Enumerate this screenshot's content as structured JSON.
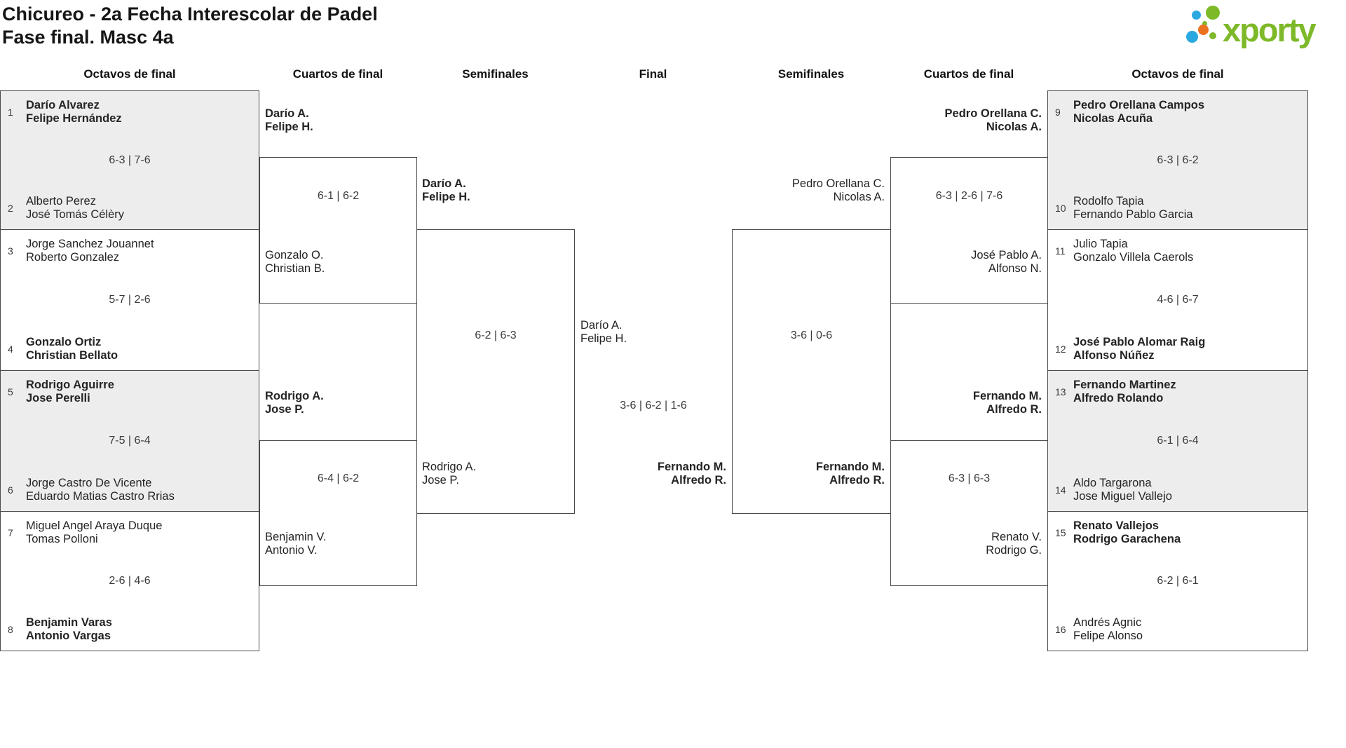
{
  "page": {
    "title": "Chicureo - 2a Fecha Interescolar de Padel",
    "subtitle": "Fase final. Masc 4a"
  },
  "logo": {
    "text": "xporty",
    "green": "#7db928",
    "blue": "#2aa9e0",
    "orange": "#ec7120"
  },
  "round_headers": {
    "octavos_left": "Octavos de final",
    "cuartos_left": "Cuartos de final",
    "semis_left": "Semifinales",
    "final": "Final",
    "semis_right": "Semifinales",
    "cuartos_right": "Cuartos de final",
    "octavos_right": "Octavos de final"
  },
  "octavos_left": [
    {
      "seed_a": "1",
      "team_a1": "Darío Alvarez",
      "team_a2": "Felipe Hernández",
      "score": "6-3 | 7-6",
      "seed_b": "2",
      "team_b1": "Alberto Perez",
      "team_b2": "José Tomás Célèry"
    },
    {
      "seed_a": "3",
      "team_a1": "Jorge Sanchez Jouannet",
      "team_a2": "Roberto Gonzalez",
      "score": "5-7 | 2-6",
      "seed_b": "4",
      "team_b1": "Gonzalo Ortiz",
      "team_b2": "Christian Bellato"
    },
    {
      "seed_a": "5",
      "team_a1": "Rodrigo Aguirre",
      "team_a2": "Jose Perelli",
      "score": "7-5 | 6-4",
      "seed_b": "6",
      "team_b1": "Jorge Castro De Vicente",
      "team_b2": "Eduardo Matias Castro Rrias"
    },
    {
      "seed_a": "7",
      "team_a1": "Miguel Angel Araya Duque",
      "team_a2": "Tomas Polloni",
      "score": "2-6 | 4-6",
      "seed_b": "8",
      "team_b1": "Benjamin Varas",
      "team_b2": "Antonio Vargas"
    }
  ],
  "cuartos_left": [
    {
      "team_a1": "Darío A.",
      "team_a2": "Felipe H.",
      "score": "6-1 | 6-2",
      "team_b1": "Gonzalo O.",
      "team_b2": "Christian B."
    },
    {
      "team_a1": "Rodrigo A.",
      "team_a2": "Jose P.",
      "score": "6-4 | 6-2",
      "team_b1": "Benjamin V.",
      "team_b2": "Antonio V."
    }
  ],
  "semi_left": {
    "team_a1": "Darío A.",
    "team_a2": "Felipe H.",
    "score": "6-2 | 6-3",
    "team_b1": "Rodrigo A.",
    "team_b2": "Jose P."
  },
  "final": {
    "team_a1": "Darío A.",
    "team_a2": "Felipe H.",
    "score": "3-6 | 6-2 | 1-6",
    "team_b1": "Fernando M.",
    "team_b2": "Alfredo R."
  },
  "semi_right": {
    "team_a1": "Pedro Orellana C.",
    "team_a2": "Nicolas A.",
    "score": "3-6 | 0-6",
    "team_b1": "Fernando M.",
    "team_b2": "Alfredo R."
  },
  "cuartos_right": [
    {
      "team_a1": "Pedro Orellana C.",
      "team_a2": "Nicolas A.",
      "score": "6-3 | 2-6 | 7-6",
      "team_b1": "José Pablo A.",
      "team_b2": "Alfonso N."
    },
    {
      "team_a1": "Fernando M.",
      "team_a2": "Alfredo R.",
      "score": "6-3 | 6-3",
      "team_b1": "Renato V.",
      "team_b2": "Rodrigo G."
    }
  ],
  "octavos_right": [
    {
      "seed_a": "9",
      "team_a1": "Pedro Orellana Campos",
      "team_a2": "Nicolas Acuña",
      "score": "6-3 | 6-2",
      "seed_b": "10",
      "team_b1": "Rodolfo Tapia",
      "team_b2": "Fernando Pablo Garcia"
    },
    {
      "seed_a": "11",
      "team_a1": "Julio Tapia",
      "team_a2": "Gonzalo Villela Caerols",
      "score": "4-6 | 6-7",
      "seed_b": "12",
      "team_b1": "José Pablo Alomar Raig",
      "team_b2": "Alfonso Núñez"
    },
    {
      "seed_a": "13",
      "team_a1": "Fernando Martinez",
      "team_a2": "Alfredo Rolando",
      "score": "6-1 | 6-4",
      "seed_b": "14",
      "team_b1": "Aldo Targarona",
      "team_b2": "Jose Miguel Vallejo"
    },
    {
      "seed_a": "15",
      "team_a1": "Renato Vallejos",
      "team_a2": "Rodrigo Garachena",
      "score": "6-2 | 6-1",
      "seed_b": "16",
      "team_b1": "Andrés Agnic",
      "team_b2": "Felipe Alonso"
    }
  ]
}
